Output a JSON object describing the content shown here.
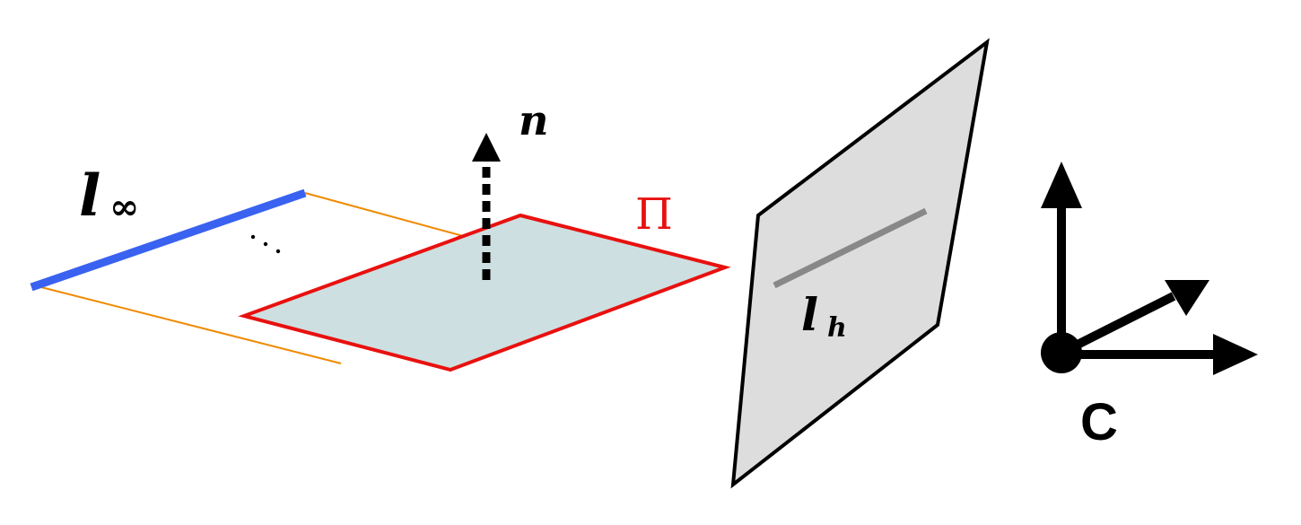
{
  "labels": {
    "line_at_infinity": "l",
    "line_at_infinity_sub": "∞",
    "normal": "n",
    "plane": "Π",
    "horizon": "l",
    "horizon_sub": "h",
    "camera_center": "C",
    "ellipsis": "⋰"
  },
  "colors": {
    "line_at_infinity": "#3a62f0",
    "orange_lines": "#f08a00",
    "plane_stroke": "#e8110f",
    "plane_fill": "#cddfe0",
    "image_plane_fill": "#dddddd",
    "horizon_line": "#888888",
    "ink": "#000000"
  }
}
